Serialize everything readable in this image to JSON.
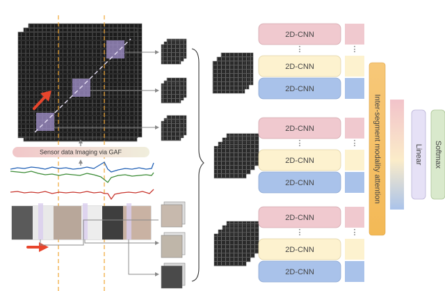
{
  "gaf_label": "Sensor data Imaging via GAF",
  "cnn_label": "2D-CNN",
  "ellipsis": "⋮",
  "attention_label": "Inter-segment modality attention",
  "linear_label": "Linear",
  "softmax_label": "Softmax",
  "colors": {
    "cnn_pink": "#f0c9cf",
    "cnn_yellow": "#fdf2cf",
    "cnn_blue": "#a9c2ea",
    "attention_orange": "#f6cd84",
    "linear_purple": "#e6e1f6",
    "softmax_green": "#d9e9cc",
    "gaf_bar": "#ead7c8",
    "arrow_red": "#e8452c",
    "dashed_orange": "#f0a531",
    "signal_blue": "#1f5fb5",
    "signal_green": "#3a8a34",
    "signal_red": "#c8352d"
  }
}
